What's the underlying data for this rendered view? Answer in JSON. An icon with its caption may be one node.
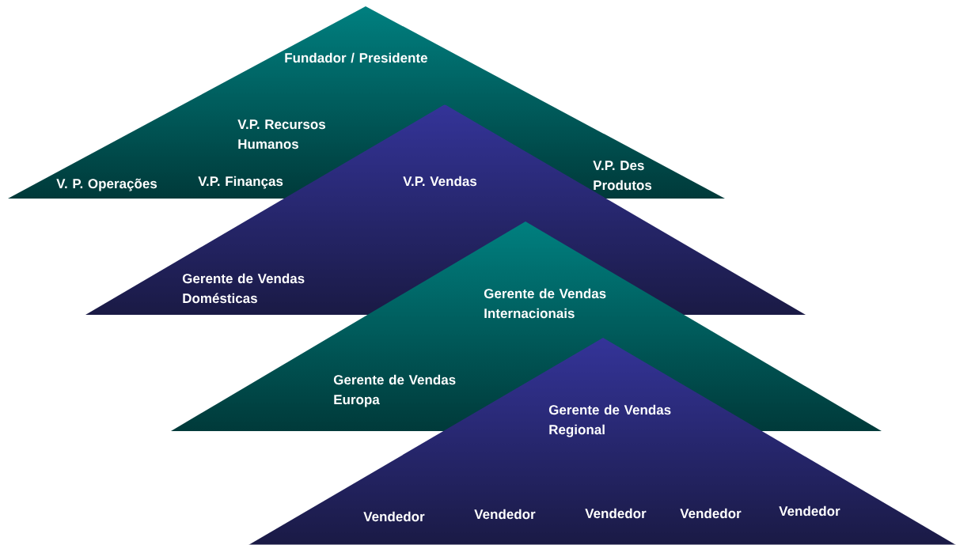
{
  "diagram": {
    "nodes": [
      {
        "text": [
          "Fundador / Presidente",
          "V.P. Recursos Humanos",
          "V. P. Operações",
          "V.P. Finanças",
          "V.P. Des Produtos"
        ]
      },
      {
        "text": [
          "V.P. Vendas",
          "Gerente de Vendas Domésticas"
        ]
      },
      {
        "text": [
          "Gerente de Vendas Internacionais",
          "Gerente de Vendas Europa"
        ]
      },
      {
        "text": [
          "Gerente de Vendas Regional",
          "Vendedor",
          "Vendedor",
          "Vendedor",
          "Vendedor",
          "Vendedor"
        ]
      }
    ]
  }
}
